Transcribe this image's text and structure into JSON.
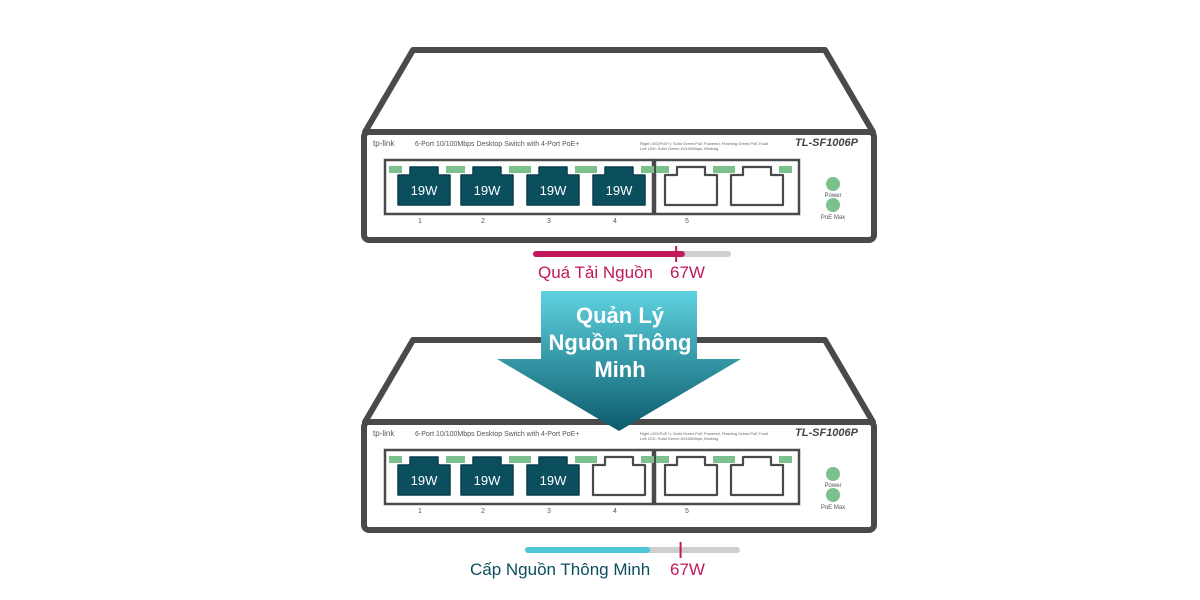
{
  "colors": {
    "outline": "#4a4a4a",
    "port_fill": "#0b4f5e",
    "led_green": "#7cc08d",
    "overload": "#c2185b",
    "smart": "#4ec8d6",
    "bar_track": "#cfcfcf",
    "arrow_top": "#5fd3e0",
    "arrow_bottom": "#0b5a6b"
  },
  "switch": {
    "brand": "tp-link",
    "description": "6-Port 10/100Mbps Desktop Switch with 4-Port PoE+",
    "model": "TL-SF1006P",
    "led_legend_1": "Right LED(PoE+): Solid Green:PoE Powered; Flashing Green:PoE Fault",
    "led_legend_2": "Left LED: Solid Green:10/100Mbps; Blinking",
    "port_numbers": [
      "1",
      "2",
      "3",
      "4",
      "5"
    ],
    "power_label": "Power",
    "poe_max_label": "PoE Max"
  },
  "top": {
    "port_power": [
      "19W",
      "19W",
      "19W",
      "19W"
    ],
    "status_label": "Quá Tải Nguồn",
    "budget_label": "67W",
    "usage_fraction": 0.76
  },
  "bottom": {
    "port_power": [
      "19W",
      "19W",
      "19W"
    ],
    "status_label": "Cấp Nguồn Thông Minh",
    "budget_label": "67W",
    "usage_fraction": 0.57
  },
  "arrow": {
    "label_line1": "Quản Lý",
    "label_line2": "Nguồn Thông",
    "label_line3": "Minh"
  }
}
